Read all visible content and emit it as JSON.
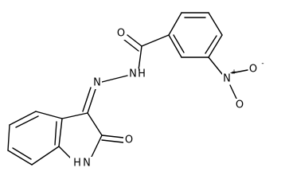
{
  "molecule": {
    "atoms": {
      "carbonyl_oxygen": "O",
      "amide_nitrogen": "N",
      "amide_hydrogen": "H",
      "imine_nitrogen": "N",
      "nitro_nitrogen": "N",
      "nitro_charge_positive": "+",
      "nitro_oxygen_1": "O",
      "nitro_charge_negative": "-",
      "nitro_oxygen_2": "O",
      "lactam_oxygen": "O",
      "indole_nitrogen": "N",
      "indole_hydrogen": "H"
    }
  }
}
